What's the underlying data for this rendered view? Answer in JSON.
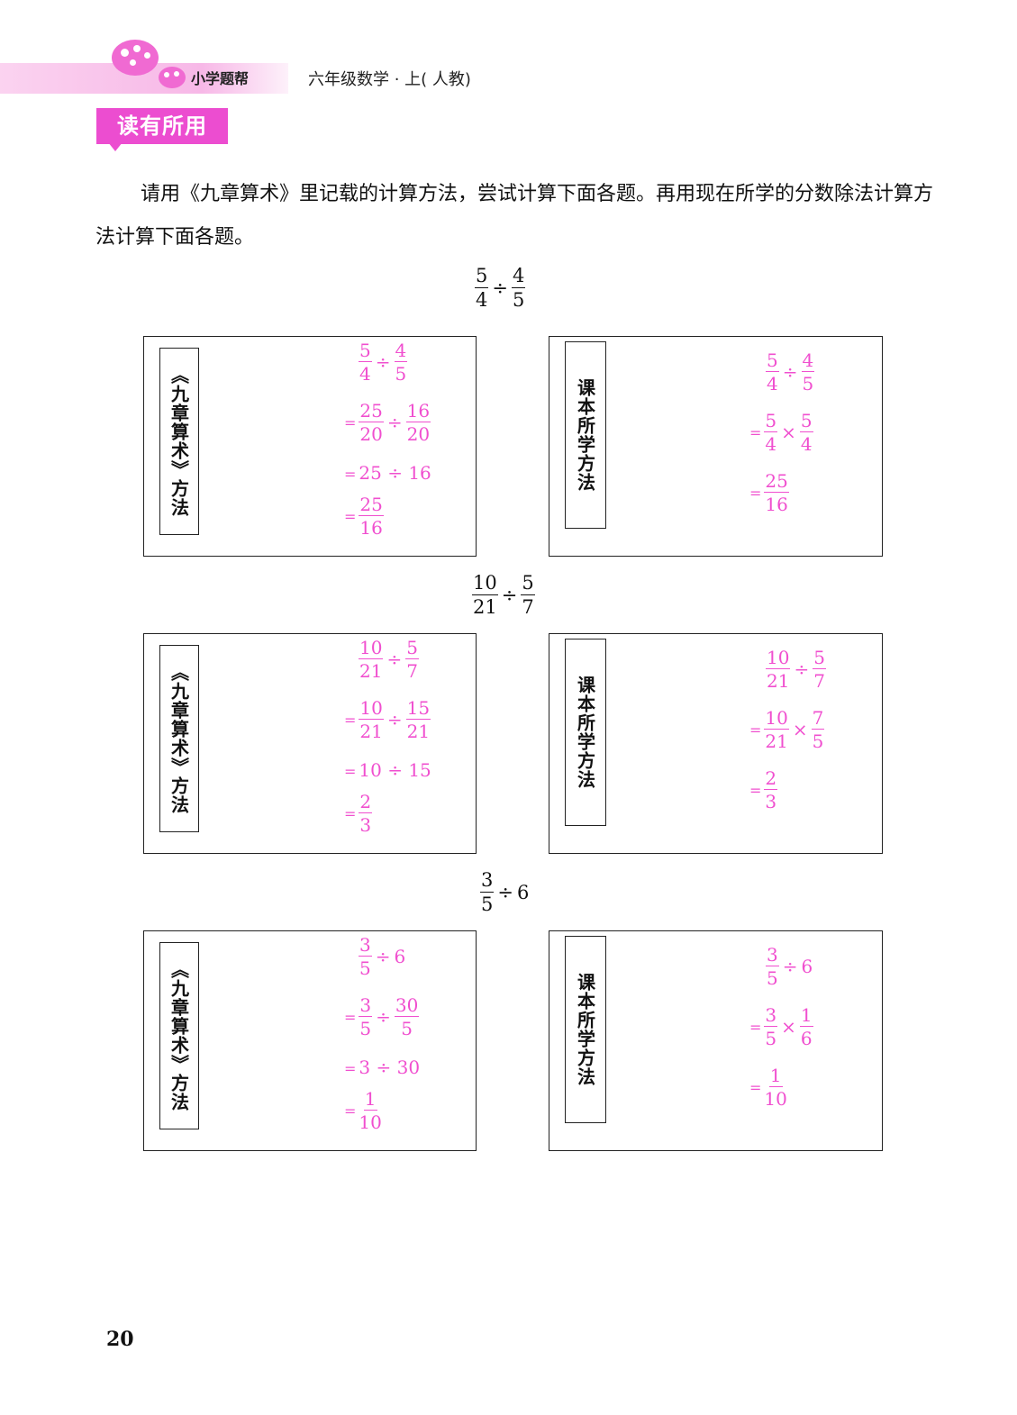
{
  "header": {
    "tag": "小学题帮",
    "title": "六年级数学 · 上( 人教)",
    "section": "读有所用"
  },
  "intro": "请用《九章算术》里记载的计算方法，尝试计算下面各题。再用现在所学的分数除法计算方法计算下面各题。",
  "labels": {
    "ancient": "《九章算术》方法",
    "modern": "课本所学方法"
  },
  "problems": [
    {
      "expr": {
        "a_n": "5",
        "a_d": "4",
        "op": "÷",
        "b_n": "4",
        "b_d": "5"
      },
      "ancient": [
        {
          "a_n": "5",
          "a_d": "4",
          "op": "÷",
          "b_n": "4",
          "b_d": "5"
        },
        {
          "eq": "=",
          "a_n": "25",
          "a_d": "20",
          "op": "÷",
          "b_n": "16",
          "b_d": "20"
        },
        {
          "eq": "=",
          "text": "25 ÷ 16"
        },
        {
          "eq": "=",
          "a_n": "25",
          "a_d": "16"
        }
      ],
      "modern": [
        {
          "a_n": "5",
          "a_d": "4",
          "op": "÷",
          "b_n": "4",
          "b_d": "5"
        },
        {
          "eq": "=",
          "a_n": "5",
          "a_d": "4",
          "op": "×",
          "b_n": "5",
          "b_d": "4"
        },
        {
          "eq": "=",
          "a_n": "25",
          "a_d": "16"
        }
      ]
    },
    {
      "expr": {
        "a_n": "10",
        "a_d": "21",
        "op": "÷",
        "b_n": "5",
        "b_d": "7"
      },
      "ancient": [
        {
          "a_n": "10",
          "a_d": "21",
          "op": "÷",
          "b_n": "5",
          "b_d": "7"
        },
        {
          "eq": "=",
          "a_n": "10",
          "a_d": "21",
          "op": "÷",
          "b_n": "15",
          "b_d": "21"
        },
        {
          "eq": "=",
          "text": "10 ÷ 15"
        },
        {
          "eq": "=",
          "a_n": "2",
          "a_d": "3"
        }
      ],
      "modern": [
        {
          "a_n": "10",
          "a_d": "21",
          "op": "÷",
          "b_n": "5",
          "b_d": "7"
        },
        {
          "eq": "=",
          "a_n": "10",
          "a_d": "21",
          "op": "×",
          "b_n": "7",
          "b_d": "5"
        },
        {
          "eq": "=",
          "a_n": "2",
          "a_d": "3"
        }
      ]
    },
    {
      "expr": {
        "a_n": "3",
        "a_d": "5",
        "op": "÷",
        "tail": "6"
      },
      "ancient": [
        {
          "a_n": "3",
          "a_d": "5",
          "op": "÷",
          "tail": "6"
        },
        {
          "eq": "=",
          "a_n": "3",
          "a_d": "5",
          "op": "÷",
          "b_n": "30",
          "b_d": "5"
        },
        {
          "eq": "=",
          "text": "3 ÷ 30"
        },
        {
          "eq": "=",
          "a_n": "1",
          "a_d": "10"
        }
      ],
      "modern": [
        {
          "a_n": "3",
          "a_d": "5",
          "op": "÷",
          "tail": "6"
        },
        {
          "eq": "=",
          "a_n": "3",
          "a_d": "5",
          "op": "×",
          "b_n": "1",
          "b_d": "6"
        },
        {
          "eq": "=",
          "a_n": "1",
          "a_d": "10"
        }
      ]
    }
  ],
  "page_number": "20",
  "colors": {
    "accent": "#ec4dd0",
    "work": "#f04fcf",
    "header_band": "#f7b8e7"
  }
}
